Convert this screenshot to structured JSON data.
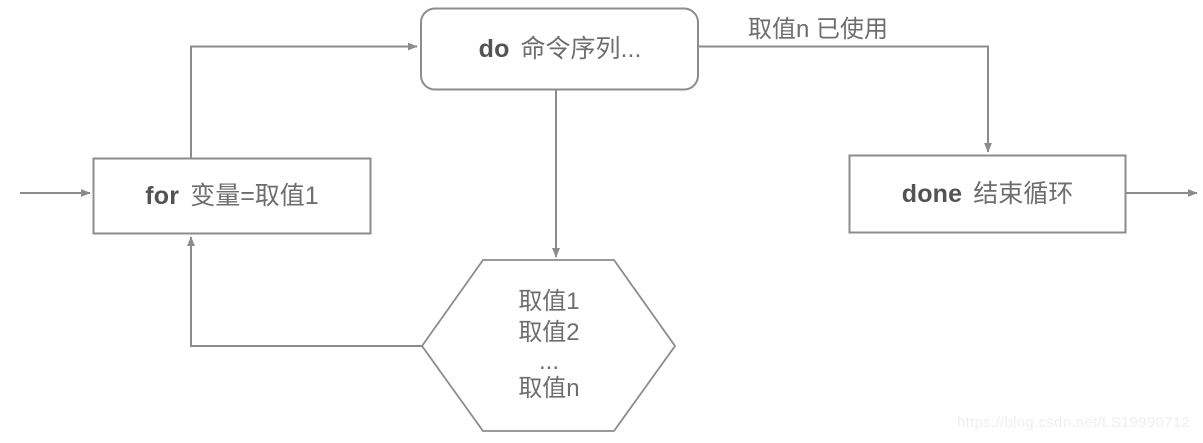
{
  "diagram": {
    "title": "Shell for loop flowchart",
    "background_color": "#ffffff",
    "line_color": "#8c8c8c",
    "keyword_color": "#535353",
    "text_color": "#6e6e6e"
  },
  "nodes": {
    "for": {
      "keyword": "for",
      "text": "变量=取值1",
      "shape": "rectangle"
    },
    "do": {
      "keyword": "do",
      "text": "命令序列...",
      "shape": "rounded-rectangle"
    },
    "values": {
      "shape": "hexagon",
      "lines": [
        "取值1",
        "取值2",
        "...",
        "取值n"
      ]
    },
    "done": {
      "keyword": "done",
      "text": "结束循环",
      "shape": "rectangle"
    }
  },
  "edges": {
    "for_to_do_label": "",
    "do_to_done_label": "取值n 已使用",
    "entry_label": "",
    "exit_label": ""
  },
  "watermark": {
    "text": "https://blog.csdn.net/LS19990712"
  }
}
